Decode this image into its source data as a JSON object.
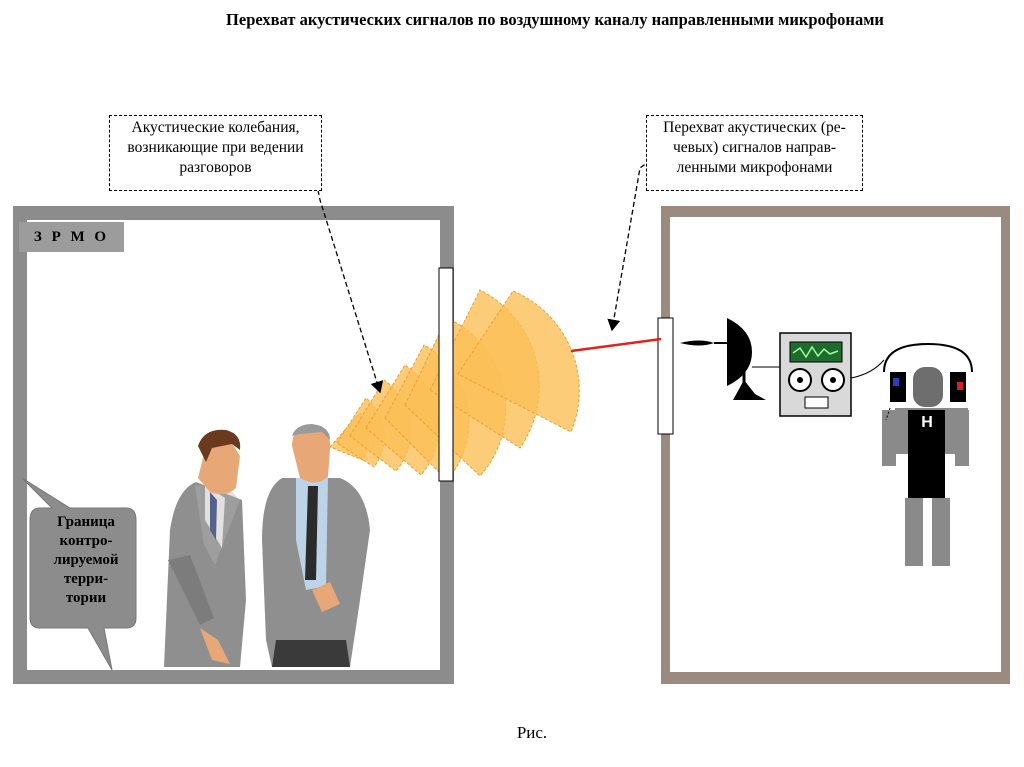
{
  "title": "Перехват акустических сигналов  по воздушному каналу направленными  микрофонами",
  "callout_left": {
    "line1": "Акустические колебания,",
    "line2": "возникающие при ведении",
    "line3": "разговоров"
  },
  "callout_right": {
    "line1": "Перехват акустических (ре-",
    "line2": "чевых) сигналов направ-",
    "line3": "ленными микрофонами"
  },
  "zone_label": "З Р М О",
  "bubble": {
    "line1": "Граница",
    "line2": "контро-",
    "line3": "лируемой",
    "line4": "терри-",
    "line5": "тории"
  },
  "person_label": "Н",
  "footer": "Рис.",
  "colors": {
    "wave_fill": "#fbbf57",
    "signal_line": "#e2231a",
    "wall_left": "#8c8c8c",
    "wall_right": "#9b8a80",
    "suit": "#8f8f8f"
  }
}
